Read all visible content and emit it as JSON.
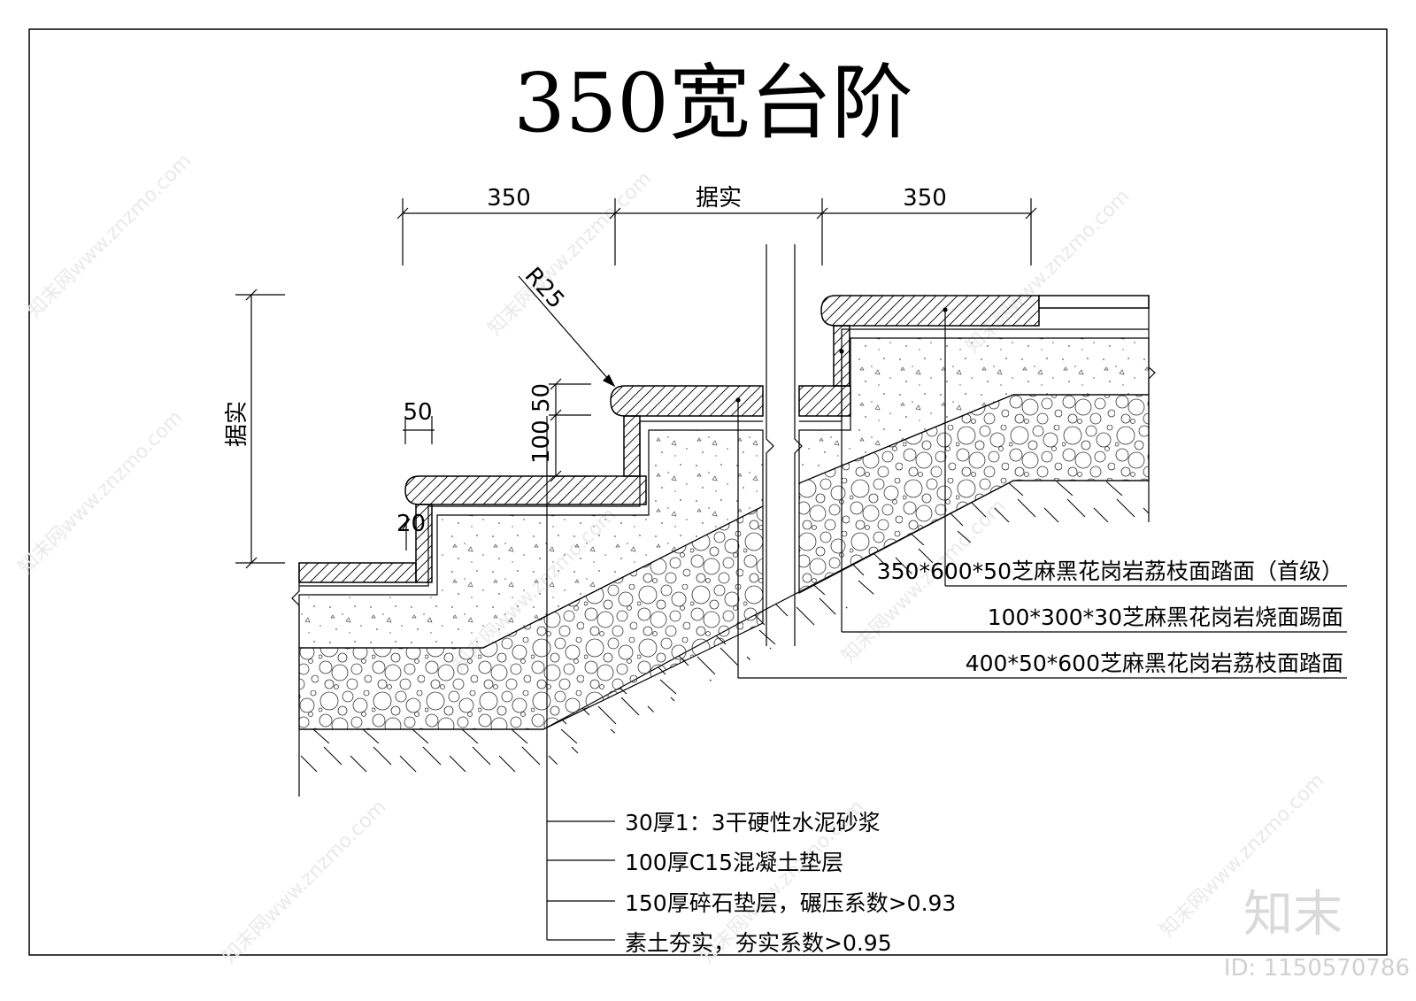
{
  "title": "350宽台阶",
  "dimensions": {
    "top_left": "350",
    "top_middle": "据实",
    "top_right": "350",
    "radius": "R25",
    "left_vertical": "据实",
    "nosing": "50",
    "riser_100": "100",
    "tread_50": "50",
    "gap_20": "20"
  },
  "notes_right": [
    "350*600*50芝麻黑花岗岩荔枝面踏面（首级）",
    "100*300*30芝麻黑花岗岩烧面踢面",
    "400*50*600芝麻黑花岗岩荔枝面踏面"
  ],
  "notes_bottom": [
    "30厚1：3干硬性水泥砂浆",
    "100厚C15混凝土垫层",
    "150厚碎石垫层，碾压系数>0.93",
    "素土夯实，夯实系数>0.95"
  ],
  "watermark": {
    "text": "知末网www.znzmo.com",
    "brand": "知末",
    "id": "ID: 1150570786"
  }
}
